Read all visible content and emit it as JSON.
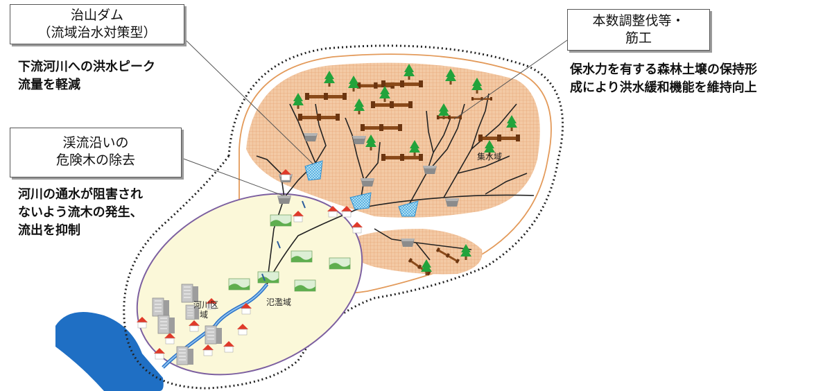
{
  "callouts": {
    "dam": {
      "lines": [
        "治山ダム",
        "（流域治水対策型）"
      ]
    },
    "stream": {
      "lines": [
        "渓流沿いの",
        "危険木の除去"
      ]
    },
    "thinning": {
      "lines": [
        "本数調整伐等・",
        "筋工"
      ]
    }
  },
  "descriptions": {
    "dam": [
      "下流河川への洪水ピーク",
      "流量を軽減"
    ],
    "stream": [
      "河川の通水が阻害され",
      "ないよう流木の発生、",
      "流出を抑制"
    ],
    "forest": [
      "保水力を有する森林土壌の保持形",
      "成により洪水緩和機能を維持向上"
    ]
  },
  "map_labels": {
    "catchment": "集水域",
    "river_area_1": "河川区",
    "river_area_2": "域",
    "floodplain": "氾濫域"
  },
  "colors": {
    "forest_fill": "#f3c9a4",
    "forest_grid": "#e6a677",
    "floodplain_fill": "#fbf8d9",
    "floodplain_outline": "#7c5fa0",
    "sea": "#1f6fc4",
    "catchment_outline": "#e39a5a",
    "tree": "#22a33b",
    "dam": "#8b8b8b",
    "log": "#8a4a1a"
  }
}
